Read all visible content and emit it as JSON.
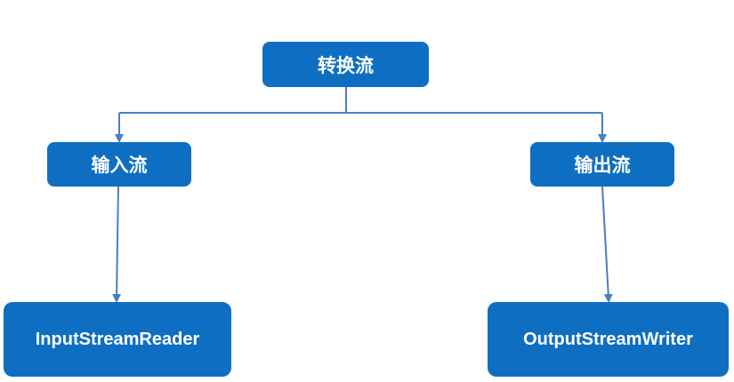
{
  "diagram": {
    "nodes": {
      "root": "转换流",
      "input": "输入流",
      "output": "输出流",
      "input_impl": "InputStreamReader",
      "output_impl": "OutputStreamWriter"
    },
    "colors": {
      "node_fill": "#0e6fc2",
      "node_text": "#ffffff",
      "edge": "#4a7fc0"
    }
  }
}
